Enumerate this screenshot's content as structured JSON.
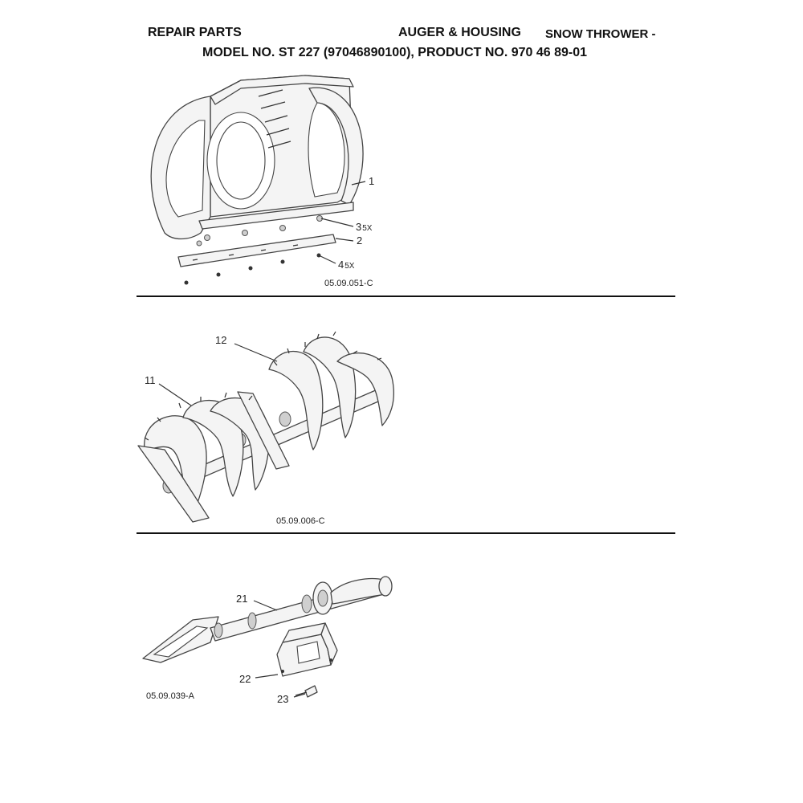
{
  "header": {
    "left": "REPAIR PARTS",
    "middle": "AUGER & HOUSING",
    "right": "SNOW THROWER -",
    "model_line": "MODEL NO. ST 227 (97046890100), PRODUCT NO. 970 46 89-01"
  },
  "sections": [
    {
      "ref_code": "05.09.051-C",
      "callouts": [
        {
          "number": "1",
          "qty": ""
        },
        {
          "number": "3",
          "qty": "5X"
        },
        {
          "number": "2",
          "qty": ""
        },
        {
          "number": "4",
          "qty": "5X"
        }
      ]
    },
    {
      "ref_code": "05.09.006-C",
      "callouts": [
        {
          "number": "12",
          "qty": ""
        },
        {
          "number": "11",
          "qty": ""
        }
      ]
    },
    {
      "ref_code": "05.09.039-A",
      "callouts": [
        {
          "number": "21",
          "qty": ""
        },
        {
          "number": "22",
          "qty": ""
        },
        {
          "number": "23",
          "qty": ""
        }
      ]
    }
  ]
}
